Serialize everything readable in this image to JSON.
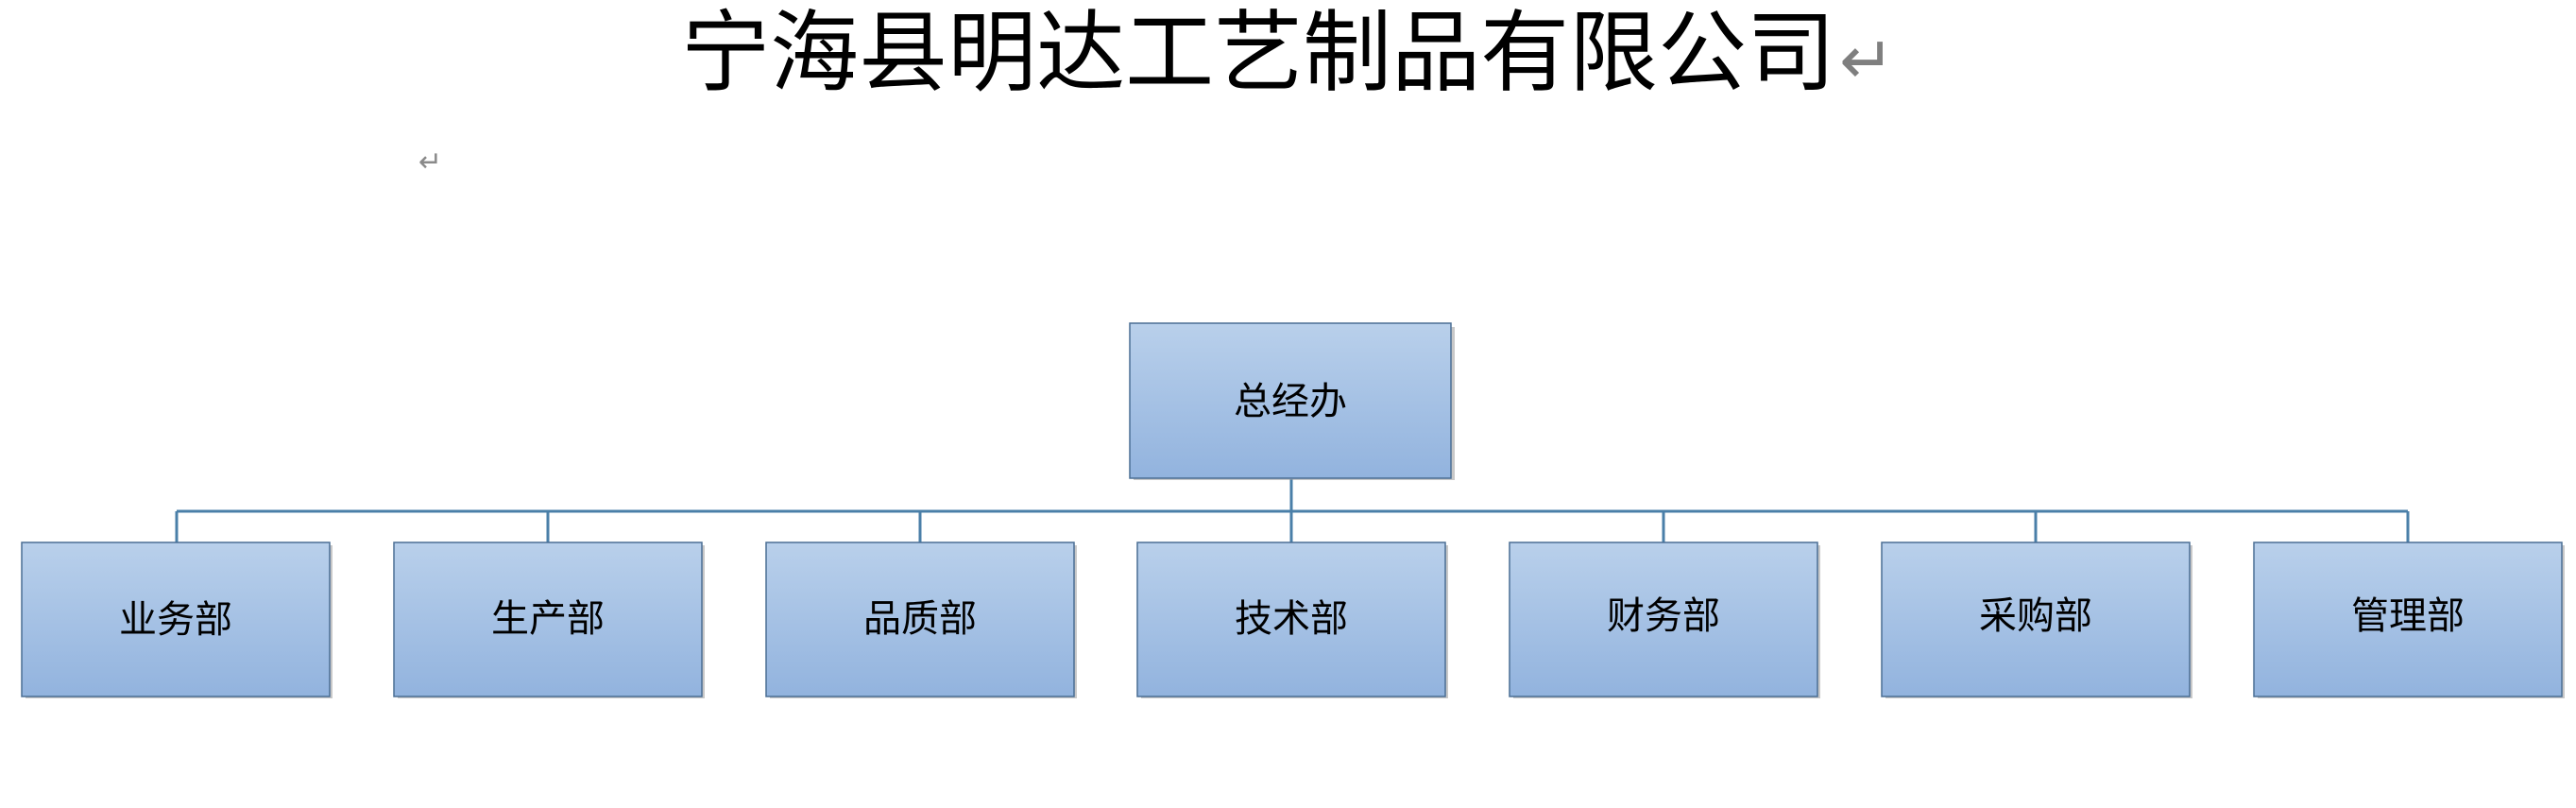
{
  "document": {
    "title": "宁海县明达工艺制品有限公司",
    "paragraph_mark": "↵"
  },
  "org_chart": {
    "root": {
      "label": "总经办"
    },
    "departments": [
      {
        "label": "业务部"
      },
      {
        "label": "生产部"
      },
      {
        "label": "品质部"
      },
      {
        "label": "技术部"
      },
      {
        "label": "财务部"
      },
      {
        "label": "采购部"
      },
      {
        "label": "管理部"
      }
    ]
  },
  "colors": {
    "node_fill_top": "#b8cfea",
    "node_fill_bottom": "#93b4df",
    "node_border": "#4a6e94",
    "connector": "#4a7fa8",
    "text": "#000000"
  }
}
